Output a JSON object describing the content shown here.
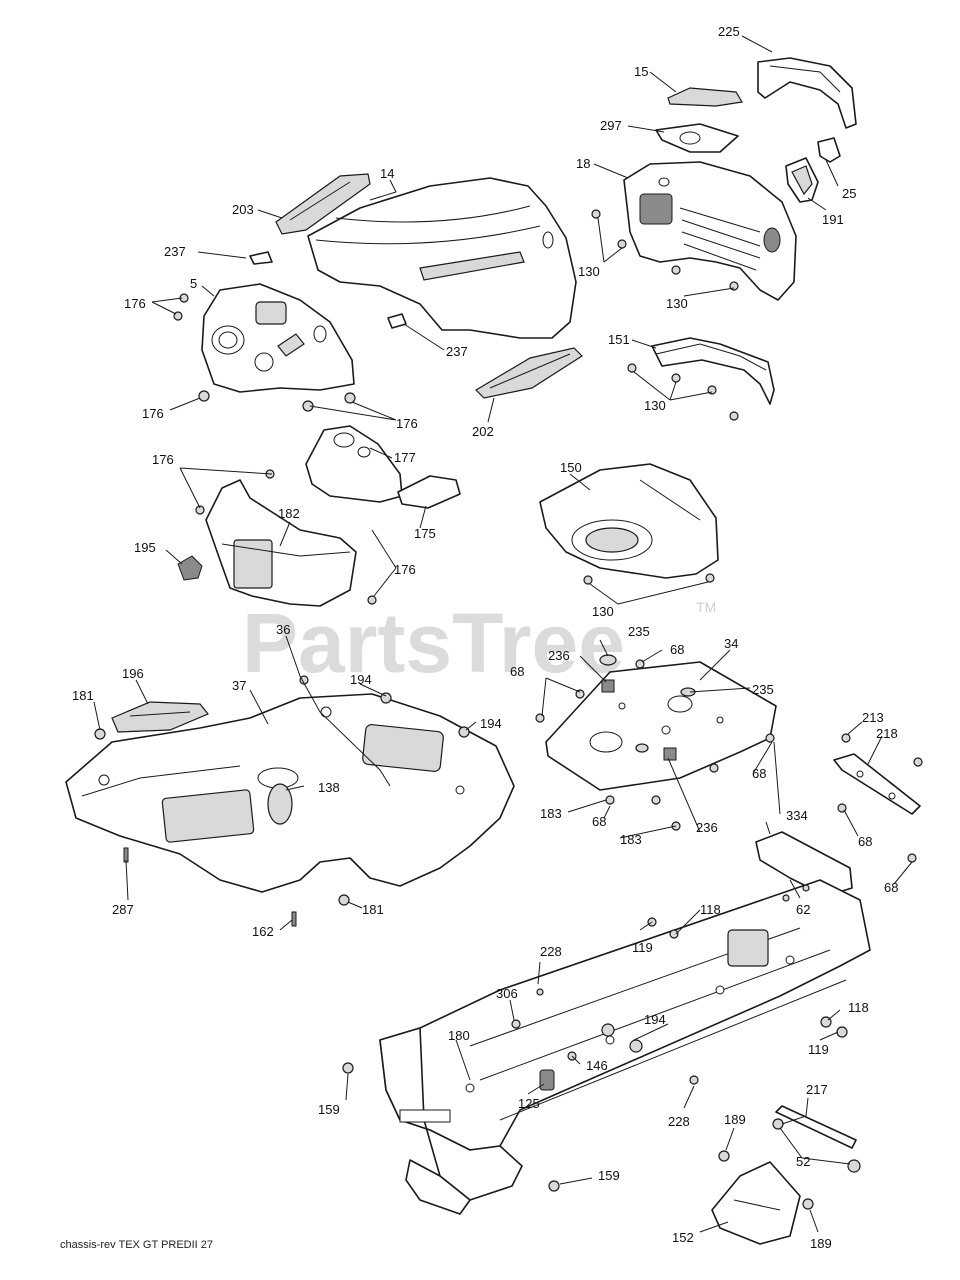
{
  "watermark": {
    "text": "PartsTree",
    "trademark": "TM"
  },
  "footer_code": "chassis-rev TEX GT PREDII 27",
  "callouts": {
    "c225": "225",
    "c15": "15",
    "c297": "297",
    "c18": "18",
    "c25": "25",
    "c191": "191",
    "c130a": "130",
    "c130b": "130",
    "c14": "14",
    "c203": "203",
    "c237a": "237",
    "c5": "5",
    "c176a": "176",
    "c176b": "176",
    "c176c": "176",
    "c237b": "237",
    "c151": "151",
    "c130c": "130",
    "c202": "202",
    "c177": "177",
    "c175": "175",
    "c176d": "176",
    "c182": "182",
    "c195": "195",
    "c176e": "176",
    "c150": "150",
    "c130d": "130",
    "c36": "36",
    "c235a": "235",
    "c236a": "236",
    "c68a": "68",
    "c34": "34",
    "c68b": "68",
    "c235b": "235",
    "c196": "196",
    "c37": "37",
    "c181a": "181",
    "c194a": "194",
    "c194b": "194",
    "c138": "138",
    "c213": "213",
    "c218": "218",
    "c68c": "68",
    "c183a": "183",
    "c68d": "68",
    "c236b": "236",
    "c183b": "183",
    "c68e": "68",
    "c68f": "68",
    "c287": "287",
    "c162": "162",
    "c181b": "181",
    "c334": "334",
    "c62": "62",
    "c118a": "118",
    "c119a": "119",
    "c228a": "228",
    "c306": "306",
    "c180": "180",
    "c194c": "194",
    "c146": "146",
    "c118b": "118",
    "c119b": "119",
    "c159a": "159",
    "c125": "125",
    "c228b": "228",
    "c217": "217",
    "c189a": "189",
    "c52": "52",
    "c159b": "159",
    "c152": "152",
    "c189b": "189"
  }
}
